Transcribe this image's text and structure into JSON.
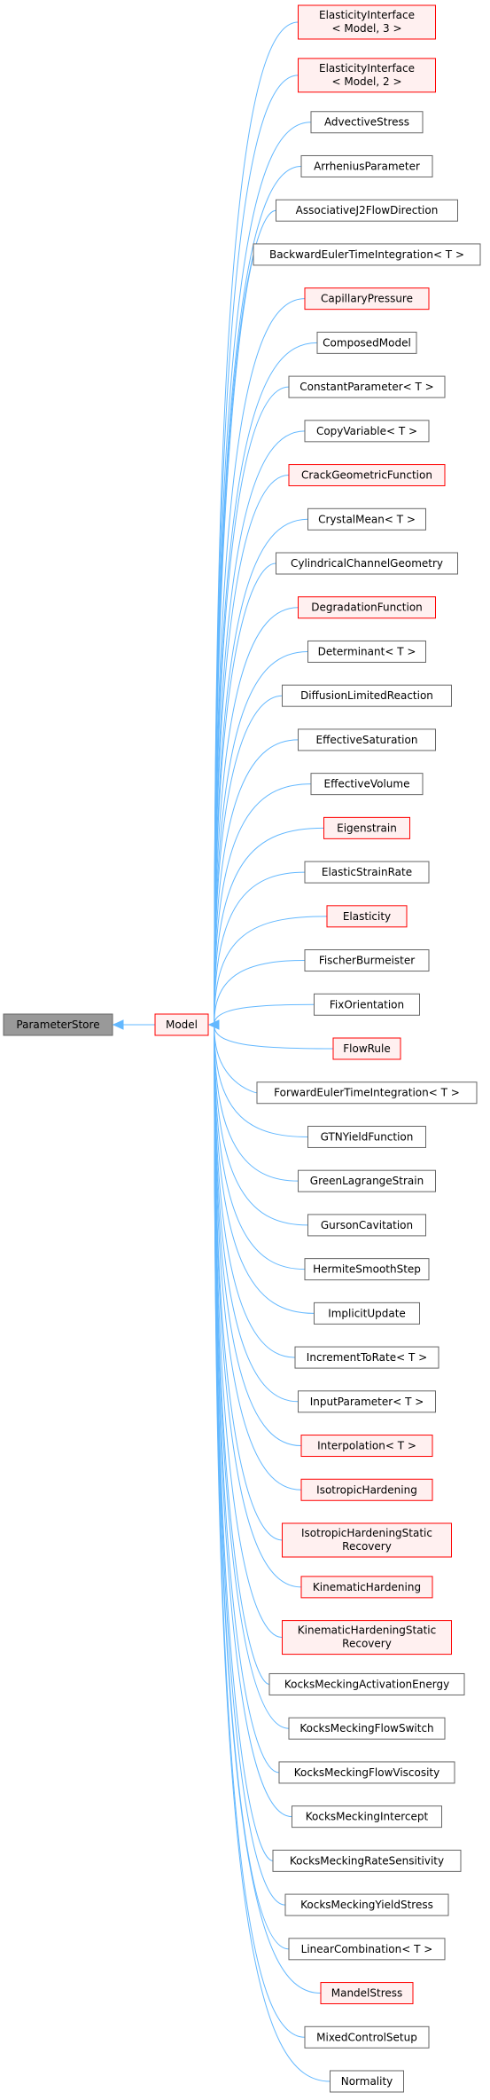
{
  "root": {
    "label": "ParameterStore"
  },
  "base": {
    "label": "Model",
    "highlight": "red"
  },
  "colors": {
    "edge": "#63b8ff",
    "red_border": "#ff0000",
    "gray_fill": "#999999",
    "node_border": "#666666"
  },
  "children": [
    {
      "lines": [
        "ElasticityInterface",
        "< Model, 3 >"
      ],
      "red": true
    },
    {
      "lines": [
        "ElasticityInterface",
        "< Model, 2 >"
      ],
      "red": true
    },
    {
      "lines": [
        "AdvectiveStress"
      ],
      "red": false
    },
    {
      "lines": [
        "ArrheniusParameter"
      ],
      "red": false
    },
    {
      "lines": [
        "AssociativeJ2FlowDirection"
      ],
      "red": false
    },
    {
      "lines": [
        "BackwardEulerTimeIntegration< T >"
      ],
      "red": false
    },
    {
      "lines": [
        "CapillaryPressure"
      ],
      "red": true
    },
    {
      "lines": [
        "ComposedModel"
      ],
      "red": false
    },
    {
      "lines": [
        "ConstantParameter< T >"
      ],
      "red": false
    },
    {
      "lines": [
        "CopyVariable< T >"
      ],
      "red": false
    },
    {
      "lines": [
        "CrackGeometricFunction"
      ],
      "red": true
    },
    {
      "lines": [
        "CrystalMean< T >"
      ],
      "red": false
    },
    {
      "lines": [
        "CylindricalChannelGeometry"
      ],
      "red": false
    },
    {
      "lines": [
        "DegradationFunction"
      ],
      "red": true
    },
    {
      "lines": [
        "Determinant< T >"
      ],
      "red": false
    },
    {
      "lines": [
        "DiffusionLimitedReaction"
      ],
      "red": false
    },
    {
      "lines": [
        "EffectiveSaturation"
      ],
      "red": false
    },
    {
      "lines": [
        "EffectiveVolume"
      ],
      "red": false
    },
    {
      "lines": [
        "Eigenstrain"
      ],
      "red": true
    },
    {
      "lines": [
        "ElasticStrainRate"
      ],
      "red": false
    },
    {
      "lines": [
        "Elasticity"
      ],
      "red": true
    },
    {
      "lines": [
        "FischerBurmeister"
      ],
      "red": false
    },
    {
      "lines": [
        "FixOrientation"
      ],
      "red": false
    },
    {
      "lines": [
        "FlowRule"
      ],
      "red": true
    },
    {
      "lines": [
        "ForwardEulerTimeIntegration< T >"
      ],
      "red": false
    },
    {
      "lines": [
        "GTNYieldFunction"
      ],
      "red": false
    },
    {
      "lines": [
        "GreenLagrangeStrain"
      ],
      "red": false
    },
    {
      "lines": [
        "GursonCavitation"
      ],
      "red": false
    },
    {
      "lines": [
        "HermiteSmoothStep"
      ],
      "red": false
    },
    {
      "lines": [
        "ImplicitUpdate"
      ],
      "red": false
    },
    {
      "lines": [
        "IncrementToRate< T >"
      ],
      "red": false
    },
    {
      "lines": [
        "InputParameter< T >"
      ],
      "red": false
    },
    {
      "lines": [
        "Interpolation< T >"
      ],
      "red": true
    },
    {
      "lines": [
        "IsotropicHardening"
      ],
      "red": true
    },
    {
      "lines": [
        "IsotropicHardeningStatic",
        "Recovery"
      ],
      "red": true
    },
    {
      "lines": [
        "KinematicHardening"
      ],
      "red": true
    },
    {
      "lines": [
        "KinematicHardeningStatic",
        "Recovery"
      ],
      "red": true
    },
    {
      "lines": [
        "KocksMeckingActivationEnergy"
      ],
      "red": false
    },
    {
      "lines": [
        "KocksMeckingFlowSwitch"
      ],
      "red": false
    },
    {
      "lines": [
        "KocksMeckingFlowViscosity"
      ],
      "red": false
    },
    {
      "lines": [
        "KocksMeckingIntercept"
      ],
      "red": false
    },
    {
      "lines": [
        "KocksMeckingRateSensitivity"
      ],
      "red": false
    },
    {
      "lines": [
        "KocksMeckingYieldStress"
      ],
      "red": false
    },
    {
      "lines": [
        "LinearCombination< T >"
      ],
      "red": false
    },
    {
      "lines": [
        "MandelStress"
      ],
      "red": true
    },
    {
      "lines": [
        "MixedControlSetup"
      ],
      "red": false
    },
    {
      "lines": [
        "Normality"
      ],
      "red": false
    }
  ]
}
